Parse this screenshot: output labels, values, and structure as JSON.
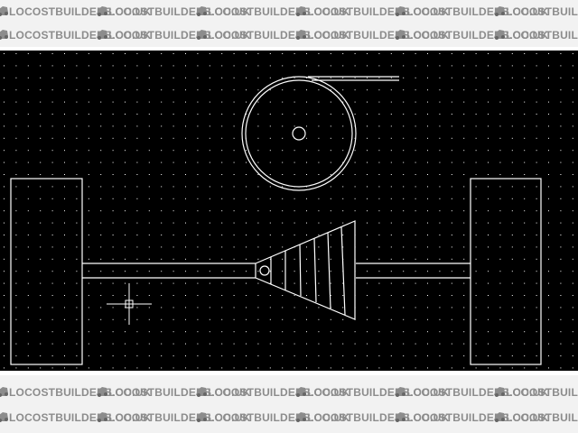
{
  "watermark": {
    "text": "LOCOSTBUILDERS.CO.UK",
    "color": "#8c8c8c",
    "band_color": "#f2f2f2"
  },
  "viewport": {
    "background": "#000000",
    "line_color": "#ffffff",
    "grid_color": "#ffffff",
    "grid": true
  },
  "drawing": {
    "objects": [
      "pulley-wheel-icon",
      "belt-line",
      "left-wheel",
      "right-wheel",
      "axle-shaft",
      "cone-pulley-icon",
      "crosshair-cursor-icon"
    ]
  }
}
